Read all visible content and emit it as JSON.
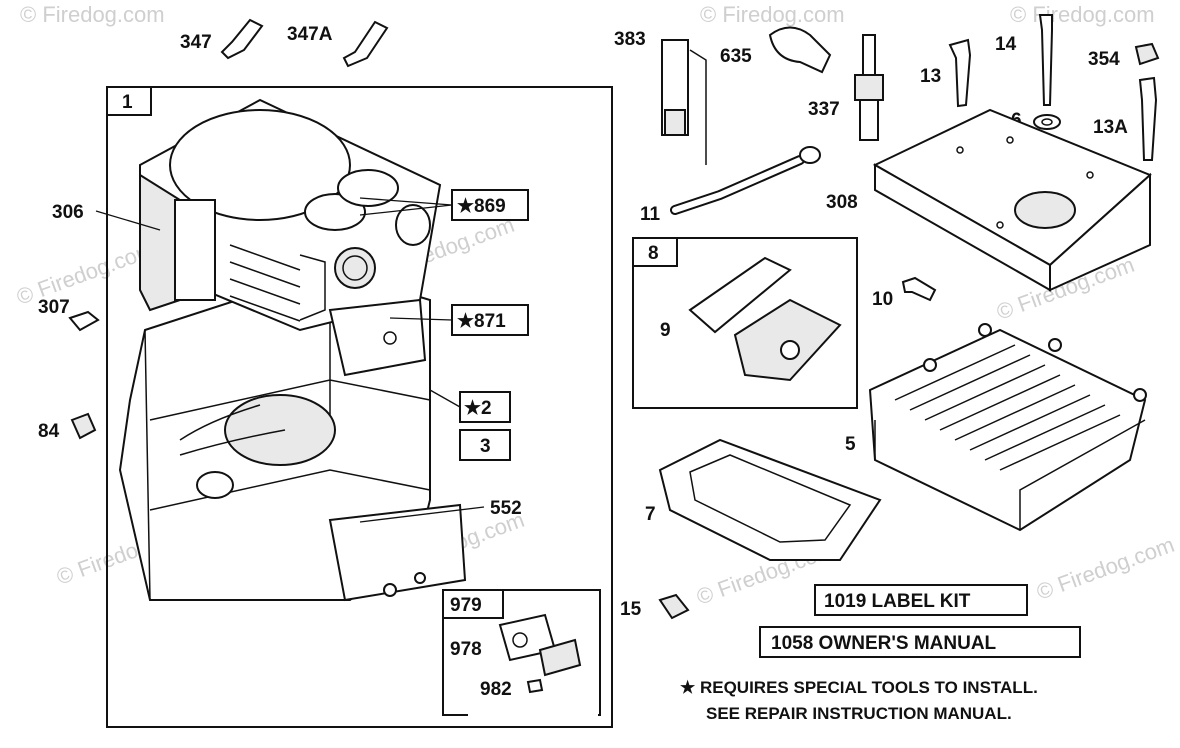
{
  "watermark": "© Firedog.com",
  "labels": {
    "p347": "347",
    "p347a": "347A",
    "p383": "383",
    "p635": "635",
    "p337": "337",
    "p13": "13",
    "p14": "14",
    "p354": "354",
    "p13a": "13A",
    "p6": "6",
    "p306": "306",
    "p307": "307",
    "p84": "84",
    "p11": "11",
    "p308": "308",
    "p10": "10",
    "p9": "9",
    "p5": "5",
    "p7": "7",
    "p552": "552",
    "p15": "15",
    "p978": "978",
    "p982": "982"
  },
  "boxed": {
    "b1": "1",
    "b869": "★869",
    "b871": "★871",
    "b2": "★2",
    "b3": "3",
    "b8": "8",
    "b979": "979"
  },
  "kits": {
    "label_kit": "1019 LABEL KIT",
    "owners_manual": "1058 OWNER'S MANUAL"
  },
  "notes": {
    "line1": "★ REQUIRES SPECIAL TOOLS TO INSTALL.",
    "line2": "SEE REPAIR INSTRUCTION MANUAL."
  }
}
